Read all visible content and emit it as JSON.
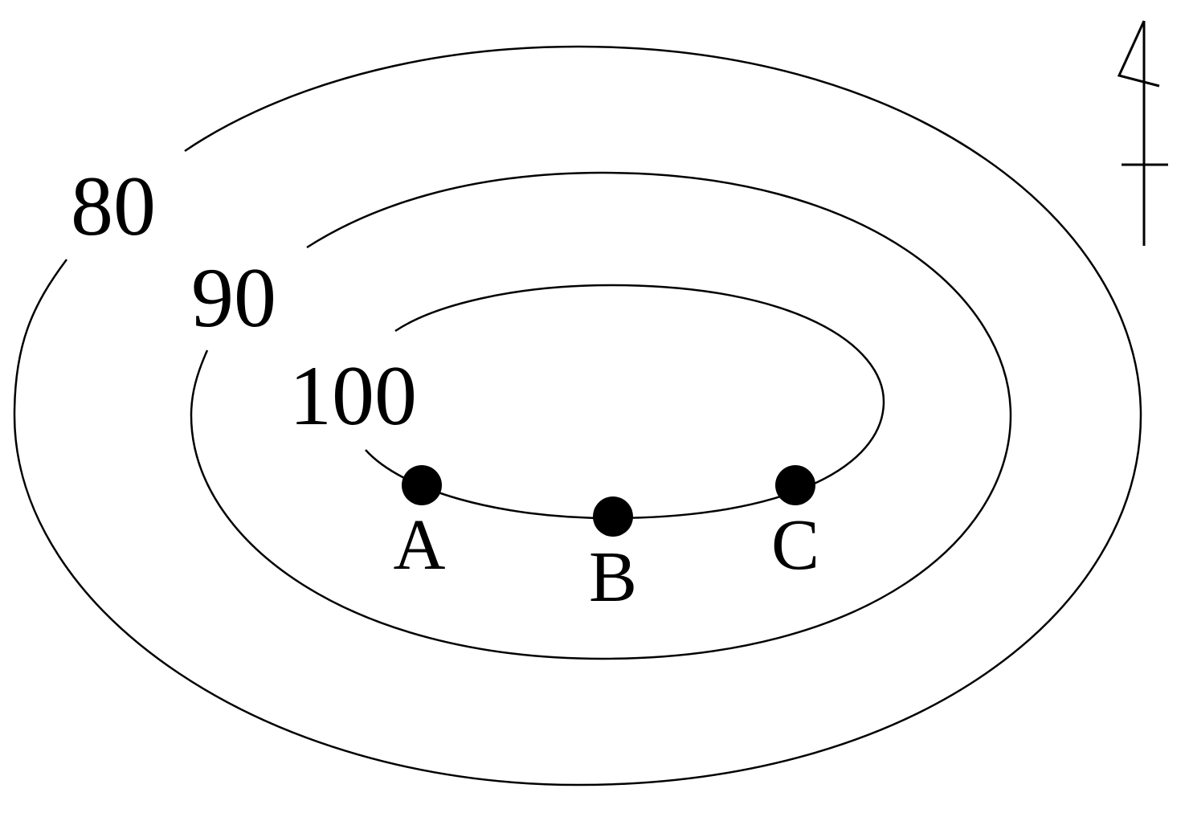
{
  "contours": [
    {
      "label": "80"
    },
    {
      "label": "90"
    },
    {
      "label": "100"
    }
  ],
  "points": [
    {
      "label": "A"
    },
    {
      "label": "B"
    },
    {
      "label": "C"
    }
  ],
  "colors": {
    "line": "#000000",
    "background": "#ffffff"
  },
  "icons": {
    "compass": "north-arrow-icon"
  }
}
